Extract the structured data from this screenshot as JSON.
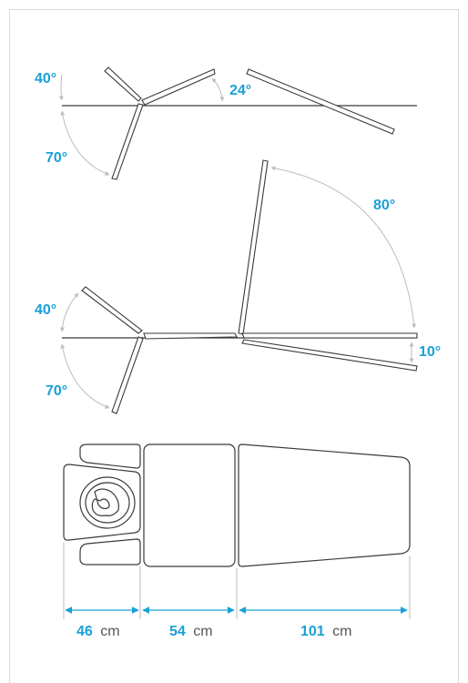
{
  "colors": {
    "accent": "#1aa0d6",
    "outline": "#3a3a3a",
    "arc": "#bdbdbd",
    "frame": "#d9d9d9"
  },
  "diagram1": {
    "angles": {
      "head_up": "40°",
      "head_down": "70°",
      "foot_up": "24°"
    }
  },
  "diagram2": {
    "angles": {
      "head_up": "40°",
      "head_down": "70°",
      "back_up": "80°",
      "foot_down": "10°"
    }
  },
  "dimensions": [
    {
      "value": "46",
      "unit": "cm"
    },
    {
      "value": "54",
      "unit": "cm"
    },
    {
      "value": "101",
      "unit": "cm"
    }
  ]
}
